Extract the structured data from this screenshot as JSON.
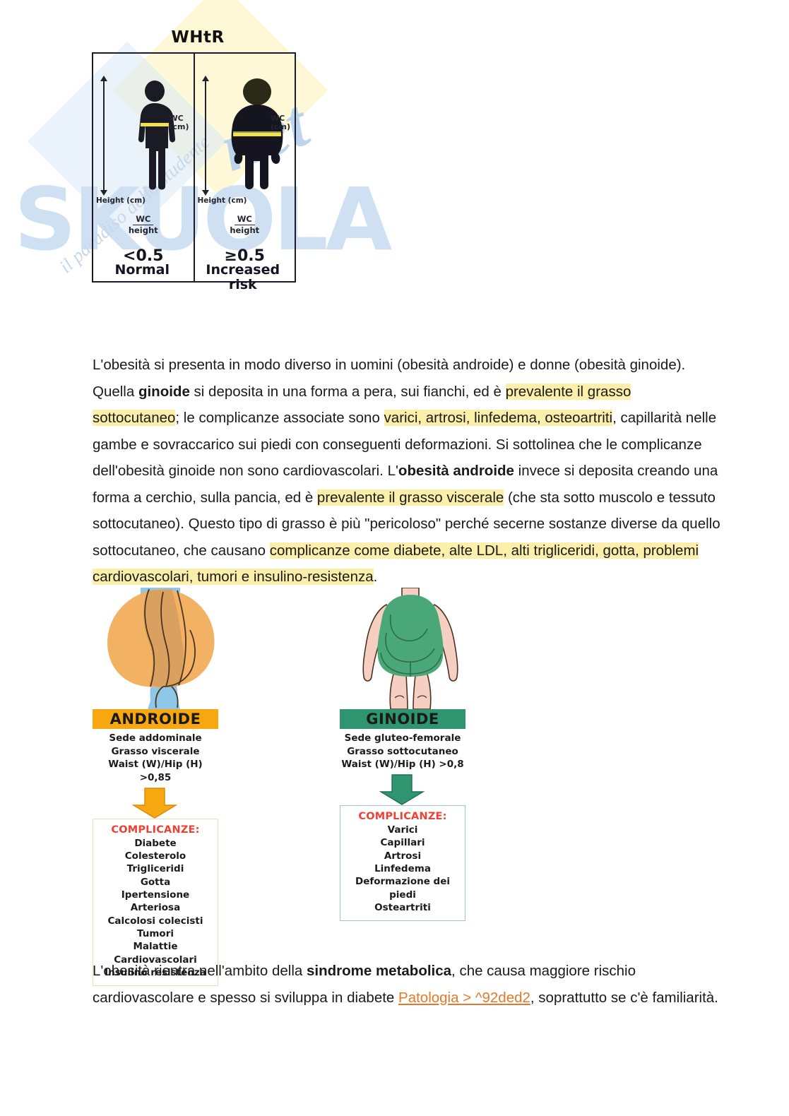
{
  "watermark": {
    "brand": "SKUOLA",
    "suffix": "net",
    "tagline": "il paradiso dello studente"
  },
  "whtr": {
    "title": "WHtR",
    "cells": [
      {
        "height_label": "Height (cm)",
        "wc_label": "WC",
        "wc_unit": "(cm)",
        "fraction_numerator": "WC",
        "fraction_denominator": "height",
        "ratio": "<0.5",
        "caption": "Normal",
        "figure": "normal-person-silhouette"
      },
      {
        "height_label": "Height (cm)",
        "wc_label": "WC",
        "wc_unit": "(cm)",
        "fraction_numerator": "WC",
        "fraction_denominator": "height",
        "ratio": "≥0.5",
        "caption": "Increased risk",
        "figure": "obese-person-silhouette"
      }
    ]
  },
  "paragraph1": {
    "segments": [
      {
        "text": "L'obes",
        "style": "plain"
      },
      {
        "text": "ità si presenta in modo diverso in uomini (obesità androide) e donne (obesità ginoide). Quella ",
        "style": "plain"
      },
      {
        "text": "ginoide",
        "style": "bold"
      },
      {
        "text": " si deposita in una forma a pera, sui fianchi, ed è ",
        "style": "plain"
      },
      {
        "text": "prevalente il grasso sottocutaneo",
        "style": "highlight"
      },
      {
        "text": "; le complicanze associate sono ",
        "style": "plain"
      },
      {
        "text": "varici, artrosi, linfedema, osteoartriti",
        "style": "highlight"
      },
      {
        "text": ", capillarità nelle gambe e sovraccarico sui piedi con conseguenti deformazioni. Si sottolinea che le complicanze dell'obesità ginoide non sono cardiovascolari. L'",
        "style": "plain"
      },
      {
        "text": "obesità androide",
        "style": "bold"
      },
      {
        "text": " invece si deposita creando una forma a cerchio, sulla pancia, ed è ",
        "style": "plain"
      },
      {
        "text": "prevalente il grasso viscerale",
        "style": "highlight"
      },
      {
        "text": " (che sta sotto muscolo e tessuto sottocutaneo). Questo tipo di grasso è più \"pericoloso\" perché secerne sostanze diverse da quello sottocutaneo, che causano ",
        "style": "plain"
      },
      {
        "text": "complicanze come diabete, alte LDL, alti trigliceridi, gotta, problemi cardiovascolari, tumori e insulino-resistenza",
        "style": "highlight"
      },
      {
        "text": ".",
        "style": "plain"
      }
    ]
  },
  "paragraph2": {
    "segments": [
      {
        "text": "L'obesità rientra nell'ambito della ",
        "style": "plain"
      },
      {
        "text": "sindrome metabolica",
        "style": "bold"
      },
      {
        "text": ", che causa maggiore rischio cardiovascolare e spesso si sviluppa in diabete ",
        "style": "plain"
      },
      {
        "text": "Patologia > ^92ded2",
        "style": "link"
      },
      {
        "text": ", soprattutto se c'è familiarità.",
        "style": "plain"
      }
    ]
  },
  "obesity_types": {
    "android": {
      "banner": "ANDROIDE",
      "banner_color": "#f7a70f",
      "figure": "android-body-apple-shape",
      "lines": [
        "Sede addominale",
        "Grasso viscerale",
        "Waist (W)/Hip (H) >0,85"
      ],
      "arrow_color": "#f7a70f",
      "complications": {
        "title": "COMPLICANZE:",
        "title_color": "#ef4034",
        "border_color": "#e8e0b8",
        "items": [
          "Diabete",
          "Colesterolo",
          "Trigliceridi",
          "Gotta",
          "Ipertensione Arteriosa",
          "Calcolosi colecisti",
          "Tumori",
          "Malattie Cardiovascolari",
          "Insulino resistenza"
        ]
      }
    },
    "gynoid": {
      "banner": "GINOIDE",
      "banner_color": "#2f9470",
      "figure": "gynoid-body-pear-shape",
      "lines": [
        "Sede gluteo-femorale",
        "Grasso sottocutaneo",
        "Waist (W)/Hip (H) >0,8"
      ],
      "arrow_color": "#2f9470",
      "complications": {
        "title": "COMPLICANZE:",
        "title_color": "#ef4034",
        "border_color": "#9fc9bb",
        "items": [
          "Varici",
          "Capillari",
          "Artrosi",
          "Linfedema",
          "Deformazione dei piedi",
          "Osteartriti"
        ]
      }
    }
  }
}
